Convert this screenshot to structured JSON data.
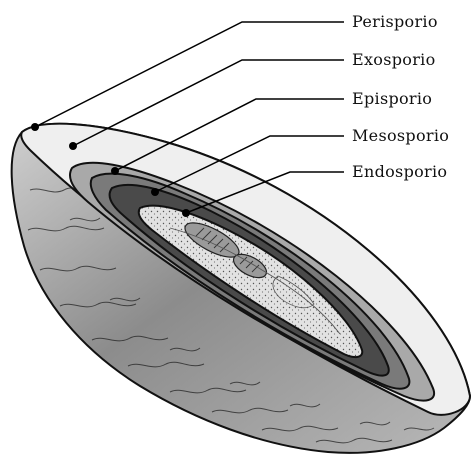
{
  "diagram": {
    "labels": [
      {
        "id": "perisporio",
        "text": "Perisporio"
      },
      {
        "id": "exosporio",
        "text": "Exosporio"
      },
      {
        "id": "episporio",
        "text": "Episporio"
      },
      {
        "id": "mesosporio",
        "text": "Mesosporio"
      },
      {
        "id": "endosporio",
        "text": "Endosporio"
      }
    ]
  },
  "colors": {
    "perisporio": "#efefef",
    "exosporio": "#a9a9a9",
    "episporio": "#7a7a7a",
    "mesosporio": "#4a4a4a",
    "endosporio": "#dadada",
    "outer_shell": "#9c9c9c"
  }
}
